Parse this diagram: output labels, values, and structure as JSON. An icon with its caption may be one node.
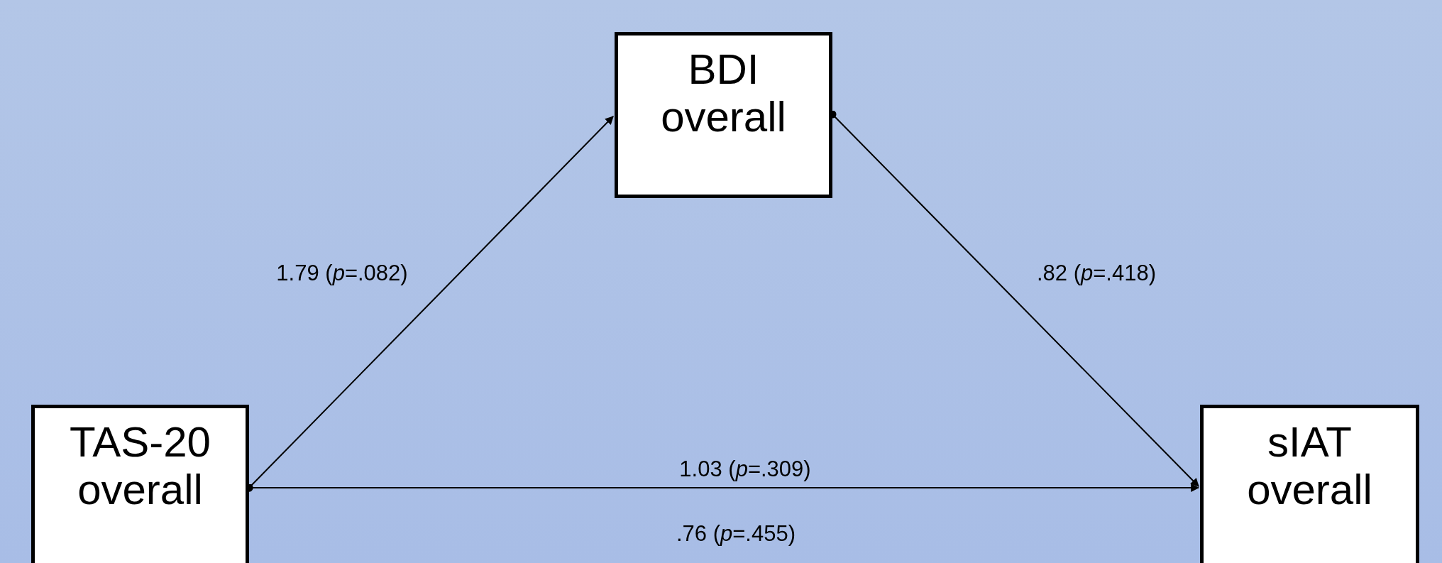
{
  "diagram": {
    "nodes": [
      {
        "text": [
          "TAS-20 overall"
        ]
      },
      {
        "text": [
          "BDI overall"
        ]
      },
      {
        "text": [
          "sIAT overall"
        ]
      }
    ],
    "edges": [
      {
        "from": 0,
        "to": 1,
        "arrow": "to",
        "label": "1.79 (*p*=.082)"
      },
      {
        "from": 1,
        "to": 2,
        "arrow": "to",
        "label": ".82 (*p*=.418)"
      },
      {
        "from": 0,
        "to": 2,
        "arrow": "to",
        "label": "1.03 (*p*=.309)"
      }
    ],
    "labels": [
      ".76 (*p*=.455)"
    ]
  }
}
